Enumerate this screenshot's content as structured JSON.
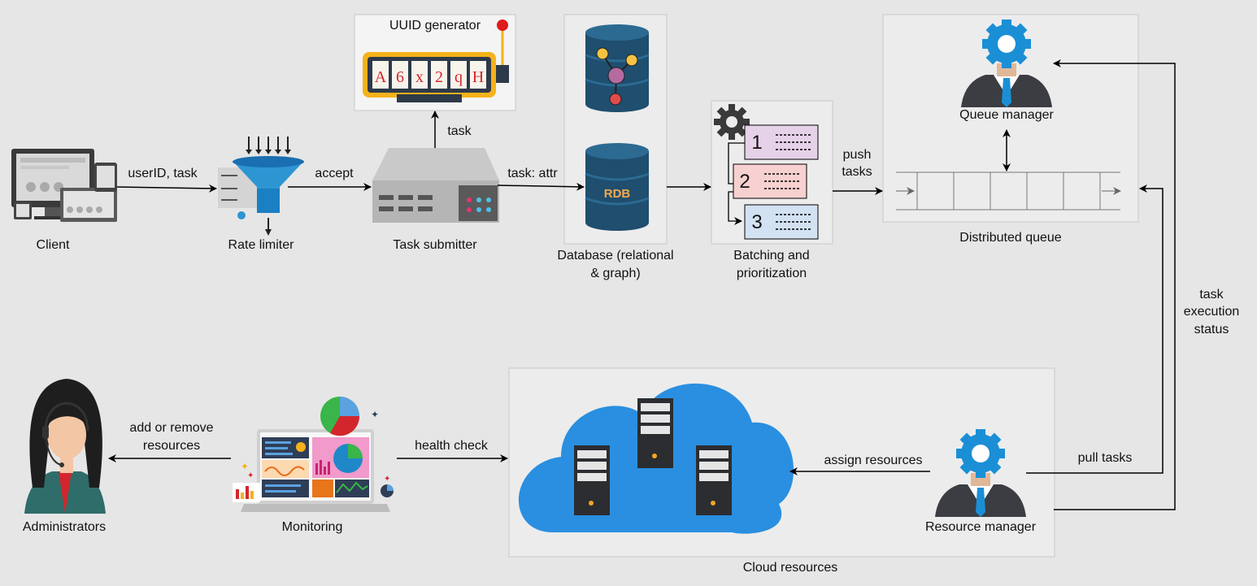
{
  "nodes": {
    "client": "Client",
    "rate_limiter": "Rate limiter",
    "task_submitter": "Task submitter",
    "uuid_generator": "UUID generator",
    "uuid_chars": [
      "A",
      "6",
      "x",
      "2",
      "q",
      "H"
    ],
    "database_line1": "Database (relational",
    "database_line2": "& graph)",
    "rdb": "RDB",
    "batching_line1": "Batching and",
    "batching_line2": "prioritization",
    "batch_numbers": [
      "1",
      "2",
      "3"
    ],
    "queue_manager": "Queue manager",
    "distributed_queue": "Distributed queue",
    "administrators": "Administrators",
    "monitoring": "Monitoring",
    "cloud_resources": "Cloud resources",
    "resource_manager": "Resource manager"
  },
  "edges": {
    "client_to_limiter": "userID, task",
    "limiter_to_submitter": "accept",
    "submitter_to_uuid": "task",
    "submitter_to_db": "task: attr",
    "batch_to_queue_line1": "push",
    "batch_to_queue_line2": "tasks",
    "status_line1": "task",
    "status_line2": "execution",
    "status_line3": "status",
    "monitor_to_admin_line1": "add or remove",
    "monitor_to_admin_line2": "resources",
    "monitor_to_cloud": "health check",
    "rm_to_cloud": "assign resources",
    "rm_to_queue": "pull tasks"
  },
  "colors": {
    "background": "#e6e6e6",
    "db_blue": "#1f4e6e",
    "funnel_blue": "#2e95d3",
    "cloud_blue": "#2a8fe0",
    "server_dark": "#2b2d31",
    "gear_blue": "#1b8fd6",
    "suit": "#3b3d42",
    "uuid_frame": "#f5b21b",
    "batch1": "#e6d2e8",
    "batch2": "#f7d0d0",
    "batch3": "#d3e2f3"
  },
  "icons": [
    "monitor-icon",
    "funnel-icon",
    "server-icon",
    "slot-machine-icon",
    "database-icon",
    "gear-icon",
    "manager-icon",
    "cloud-icon",
    "headset-agent-icon",
    "laptop-dashboard-icon"
  ]
}
